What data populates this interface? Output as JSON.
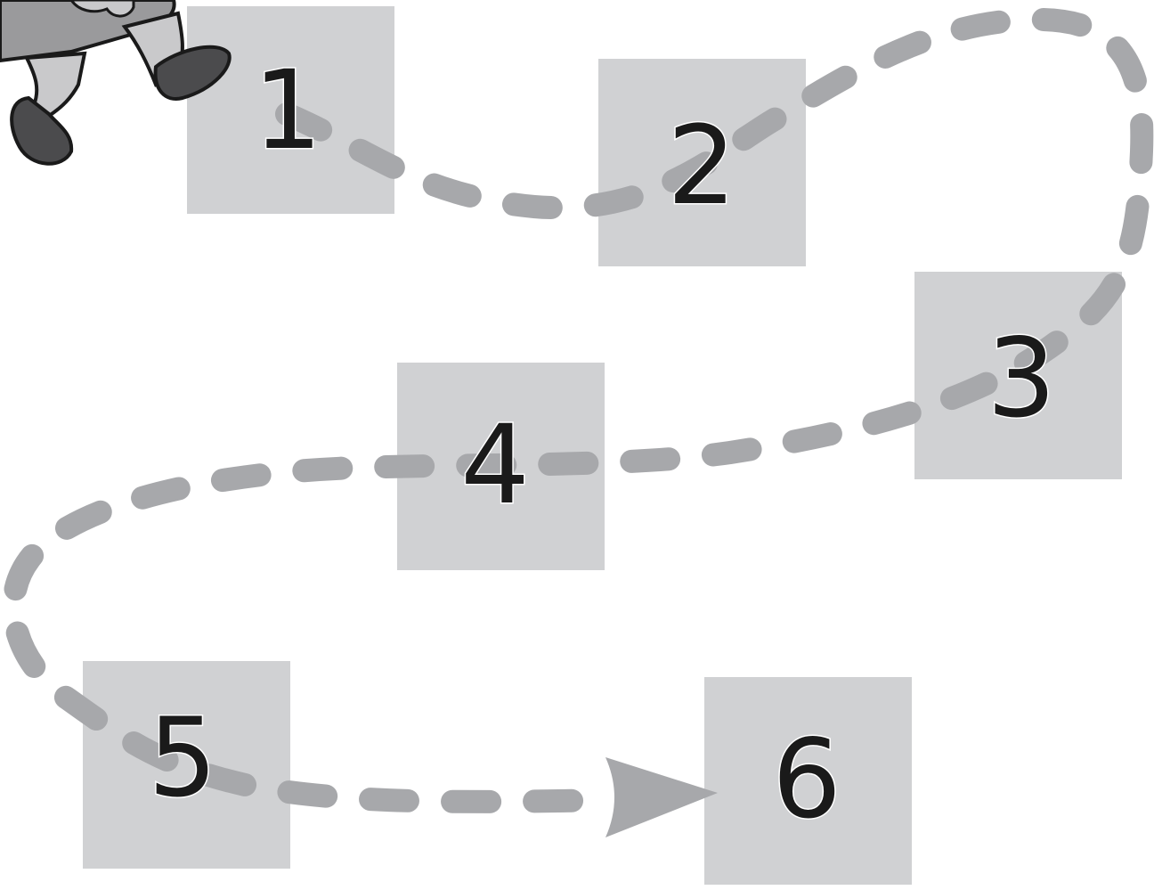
{
  "steps": [
    {
      "label": "1"
    },
    {
      "label": "2"
    },
    {
      "label": "3"
    },
    {
      "label": "4"
    },
    {
      "label": "5"
    },
    {
      "label": "6"
    }
  ],
  "colors": {
    "box": "#d0d1d3",
    "path": "#a7a8ab",
    "number": "#1a1a1a",
    "number_outline": "#ffffff",
    "figure_dark": "#4b4b4d",
    "figure_mid": "#9a9a9c",
    "figure_light": "#c9c9cb"
  },
  "icons": {
    "figure": "walking-character-icon",
    "arrowhead": "arrowhead-icon"
  }
}
